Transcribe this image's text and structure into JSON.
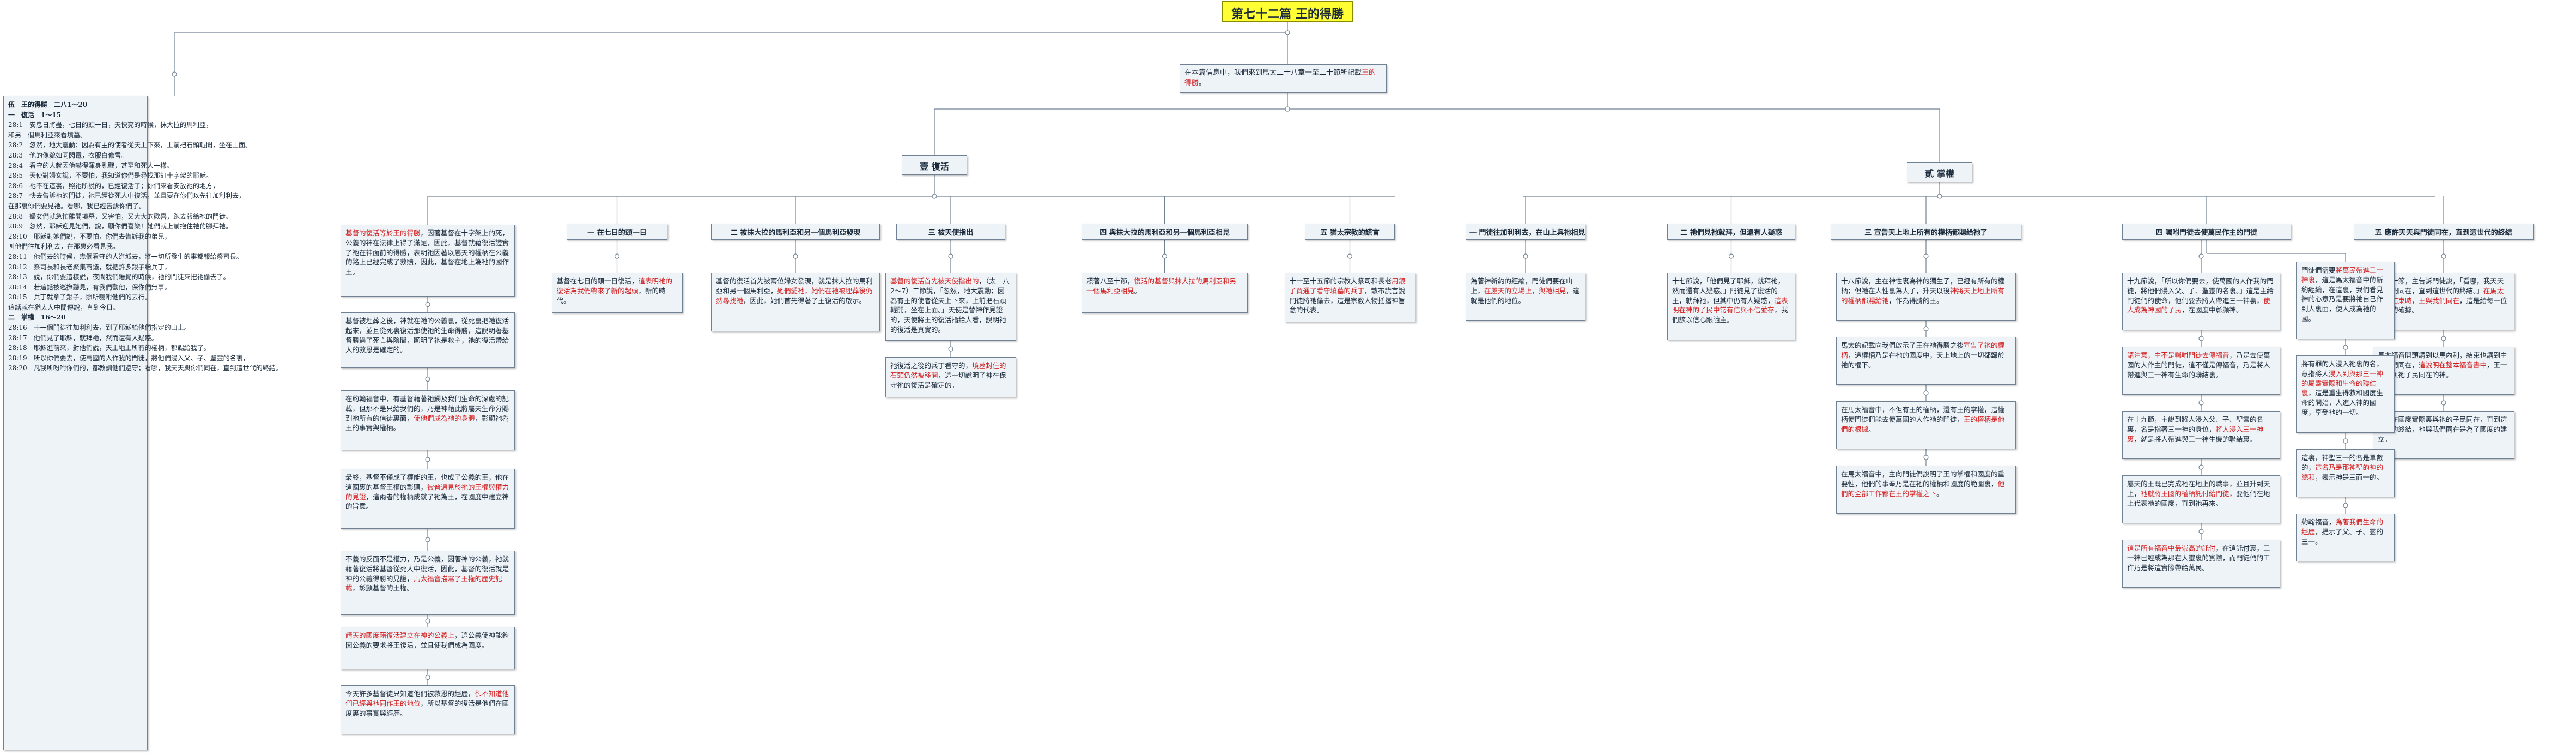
{
  "title": "第七十二篇 王的得勝",
  "intro": "在本篇信息中，我們來到馬太二十八章一至二十節所記載王的得勝。",
  "intro_red": "王的得勝",
  "outline_lines": [
    {
      "t": "伍　王的得勝　二八1～20",
      "h": true
    },
    {
      "t": "一　復活　1～15",
      "h": true
    },
    {
      "t": "28:1　安息日將盡，七日的頭一日，天快亮的時候，抹大拉的馬利亞，"
    },
    {
      "t": "和另一個馬利亞來看墳墓。"
    },
    {
      "t": "28:2　忽然，地大震動；因為有主的使者從天上下來，上前把石頭輥開，坐在上面。"
    },
    {
      "t": "28:3　他的像貌如同閃電，衣服白像雪。"
    },
    {
      "t": "28:4　看守的人就因他嚇得渾身亂戰，甚至和死人一樣。"
    },
    {
      "t": "28:5　天使對婦女說，不要怕，我知道你們是尋找那釘十字架的耶穌。"
    },
    {
      "t": "28:6　祂不在這裏，照祂所說的，已經復活了；你們來看安放祂的地方，"
    },
    {
      "t": "28:7　快去告訴祂的門徒，祂已經從死人中復活，並且要在你們以先往加利利去，"
    },
    {
      "t": "在那裏你們要見祂。看哪，我已經告訴你們了。"
    },
    {
      "t": "28:8　婦女們就急忙離開墳墓，又害怕，又大大的歡喜，跑去報給祂的門徒。"
    },
    {
      "t": "28:9　忽然，耶穌迎見她們，說，願你們喜樂！她們就上前抱住祂的腳拜祂。"
    },
    {
      "t": "28:10　耶穌對她們說，不要怕，你們去告訴我的弟兄，"
    },
    {
      "t": "叫他們往加利利去，在那裏必看見我。"
    },
    {
      "t": "28:11　他們去的時候，幾個看守的人進城去，將一切所發生的事都報給祭司長。"
    },
    {
      "t": "28:12　祭司長和長老聚集商議，就把許多銀子給兵丁，"
    },
    {
      "t": "28:13　說，你們要這樣說，夜間我們睡覺的時候，祂的門徒來把祂偷去了。"
    },
    {
      "t": "28:14　若這話被巡撫聽見，有我們勸他，保你們無事。"
    },
    {
      "t": "28:15　兵丁就拿了銀子，照所囑咐他們的去行。"
    },
    {
      "t": "這話就在猶太人中間傳說，直到今日。"
    },
    {
      "t": "二　掌權　16～20",
      "h": true
    },
    {
      "t": "28:16　十一個門徒往加利利去，到了耶穌給他們指定的山上。"
    },
    {
      "t": "28:17　他們見了耶穌，就拜祂，然而還有人疑惑。"
    },
    {
      "t": "28:18　耶穌進前來，對他們說，天上地上所有的權柄，都賜給我了。"
    },
    {
      "t": "28:19　所以你們要去，使萬國的人作我的門徒，將他們浸入父、子、聖靈的名裏，"
    },
    {
      "t": "28:20　凡我所吩咐你們的，都教訓他們遵守；看哪，我天天與你們同在，直到這世代的終結。"
    }
  ],
  "branch_left": "壹 復活",
  "branch_right": "貳 掌權",
  "left_intro": {
    "t": "基督的復活等於王的得勝，因著基督在十字架上的死，公義的神在法律上得了滿足，因此，基督就藉復活證實了祂在神面前的得勝，表明祂因著以屬天的權柄在公義的路上已經完成了救贖，因此，基督在地上為祂的國作王。",
    "r": "基督的復活等於王的得勝"
  },
  "left_chain": [
    {
      "t": "基督被埋葬之後，神就在祂的公義裏，從死裏把祂復活起來，並且從死裏復活那使祂的生命得勝，這說明著基督勝過了死亡與陰間，顯明了祂是救主，祂的復活帶給人的救恩是確定的。",
      "r": "並說明著基督勝過了死亡與陰間"
    },
    {
      "t": "在約翰福音中，有基督藉著祂觸及我們生命的深處的記載，但那不是只給我們的，乃是神藉此將屬天生命分賜到祂所有的信徒裏面，使他們成為祂的身體，彰顯祂為王的事實與權柄。",
      "r": "使他們成為祂的身體"
    },
    {
      "t": "最終，基督不僅成了權能的王，也成了公義的王，他在這國裏的基督王權的彰顯，被普遍見於祂的王權與權力的見證，這兩者的權柄成就了祂為王，在國度中建立神的旨意。",
      "r": "被普遍見於祂的王權與權力的見證"
    },
    {
      "t": "不義的反面不是權力，乃是公義，因著神的公義，祂就藉著復活將基督從死人中復活，因此，基督的復活就是神的公義得勝的見證，馬太福音描寫了王權的歷史記載，彰顯基督的王權。",
      "r": "馬太福音描寫了王權的歷史記載"
    },
    {
      "t": "請天的國度藉復活建立在神的公義上，這公義使神能夠因公義的要求將王復活，並且使我們成為國度。",
      "r": "請天的國度藉復活建立在神的公義上"
    },
    {
      "t": "今天許多基督徒只知道他們被救恩的經歷，卻不知道他們已經與祂同作王的地位，所以基督的復活是他們在國度裏的事實與經歷。",
      "r": "卻不知道他們已經與祂同作王的地位"
    }
  ],
  "left_children": [
    {
      "h": "一 在七日的頭一日",
      "leaves": [
        {
          "t": "基督在七日的頭一日復活，這表明祂的復活為我們帶來了新的起頭，新的時代。",
          "r": "這表明祂的復活為我們帶來了新的起頭"
        }
      ]
    },
    {
      "h": "二 被抹大拉的馬利亞和另一個馬利亞發現",
      "leaves": [
        {
          "t": "基督的復活首先被兩位婦女發現，就是抹大拉的馬利亞和另一個馬利亞，她們愛祂，她們在祂被埋葬後仍然尋找祂，因此，她們首先得著了主復活的啟示。",
          "r": "她們愛祂，她們在祂被埋葬後仍然尋找祂"
        }
      ]
    },
    {
      "h": "三 被天使指出",
      "leaves": [
        {
          "t": "基督的復活首先被天使指出的，（太二八2～7）二節說，「忽然，地大震動；因為有主的使者從天上下來，上前把石頭輥開，坐在上面。」天使是替神作見證的，天使將王的復活指給人看，說明祂的復活是真實的。",
          "r": "基督的復活首先被天使指出的"
        },
        {
          "t": "祂復活之後的兵丁看守的，墳墓封住的石頭仍然被移開，這一切說明了神在保守祂的復活是確定的。",
          "r": "墳墓封住的石頭仍然被移開"
        }
      ]
    },
    {
      "h": "四 與抹大拉的馬利亞和另一個馬利亞相見",
      "leaves": [
        {
          "t": "照著八至十節，復活的基督與抹大拉的馬利亞和另一個馬利亞相見。",
          "r": "復活的基督與抹大拉的馬利亞和另一個馬利亞相見"
        }
      ]
    },
    {
      "h": "五 猶太宗教的謊言",
      "leaves": [
        {
          "t": "十一至十五節的宗教大祭司和長老用銀子買通了看守墳墓的兵丁，散布謊言說門徒將祂偷去，這是宗教人物抵擋神旨意的代表。",
          "r": "用銀子買通了看守墳墓的兵丁"
        }
      ]
    }
  ],
  "right_children": [
    {
      "h": "一 門徒往加利利去，在山上與祂相見",
      "leaves": [
        {
          "t": "為著神新約的經綸，門徒們要在山上，在屬天的立場上，與祂相見，這就是他們的地位。",
          "r": "在屬天的立場上，與祂相見"
        }
      ]
    },
    {
      "h": "二 祂們見祂就拜，但還有人疑惑",
      "leaves": [
        {
          "t": "十七節說，「他們見了耶穌，就拜祂，然而還有人疑惑。」門徒見了復活的主，就拜祂，但其中仍有人疑惑，這表明在神的子民中常有信與不信並存，我們該以信心跟隨主。",
          "r": "這表明在神的子民中常有信與不信並存"
        }
      ]
    },
    {
      "h": "三 宣告天上地上所有的權柄都賜給祂了",
      "leaves": [
        {
          "t": "十八節說，主在神性裏為神的獨生子，已經有所有的權柄；但祂在人性裏為人子，升天以後神將天上地上所有的權柄都賜給祂，作為得勝的王。",
          "r": "神將天上地上所有的權柄都賜給祂"
        },
        {
          "t": "馬太的記載向我們啟示了王在祂得勝之後宣告了祂的權柄，這權柄乃是在祂的國度中，天上地上的一切都歸於祂的權下。",
          "r": "宣告了祂的權柄"
        },
        {
          "t": "在馬太福音中，不但有王的權柄，還有王的掌權，這權柄使門徒們能去使萬國的人作祂的門徒，王的權柄是他們的根據。",
          "r": "王的權柄是他們的根據"
        },
        {
          "t": "在馬太福音中，主向門徒們說明了王的掌權和國度的重要性，他們的事奉乃是在祂的權柄和國度的範圍裏，他們的全部工作都在王的掌權之下。",
          "r": "他們的全部工作都在王的掌權之下"
        }
      ]
    },
    {
      "h": "四 囑咐門徒去使萬民作主的門徒",
      "leaves": [
        {
          "t": "十九節說，「所以你們要去，使萬國的人作我的門徒，將他們浸入父、子、聖靈的名裏。」這是主給門徒們的使命，他們要去將人帶進三一神裏，使人成為神國的子民，在國度中彰顯神。",
          "r": "使人成為神國的子民"
        },
        {
          "t": "請注意，主不是囑咐門徒去傳福音，乃是去使萬國的人作主的門徒，這不僅是傳福音，乃是將人帶進與三一神有生命的聯結裏。",
          "r": "請注意，主不是囑咐門徒去傳福音"
        },
        {
          "t": "在十九節，主說到將人浸入父、子、聖靈的名裏，名是指著三一神的身位，將人浸入三一神裏，就是將人帶進與三一神生機的聯結裏。",
          "r": "將人浸入三一神裏"
        },
        {
          "t": "屬天的王既已完成祂在地上的職事，並且升到天上，祂就將王國的權柄託付給門徒，要他們在地上代表祂的國度，直到祂再來。",
          "r": "祂就將王國的權柄託付給門徒"
        },
        {
          "t": "這是所有福音中最崇高的託付，在這託付裏，三一神已經成為那在人靈裏的實際，而門徒們的工作乃是將這實際帶給萬民。",
          "r": "這是所有福音中最崇高的託付"
        }
      ]
    },
    {
      "h": "五 應許天天與門徒同在，直到這世代的終結",
      "leaves": [
        {
          "t": "在二十節，主告訴門徒說，「看哪，我天天與你們同在，直到這世代的終結。」在馬太福音結束時，王與我們同在，這是給每一位門徒的確據。",
          "r": "在馬太福音結束時，王與我們同在"
        },
        {
          "t": "馬太福音開頭講到以馬內利，結束也講到主與我們同在，這說明在整本福音書中，王一直是與祂子民同在的神。",
          "r": "這說明在整本福音書中"
        },
        {
          "t": "主是在國度實際裏與祂的子民同在，直到這世代的終結，祂與我們同在是為了國度的建立。",
          "r": ""
        }
      ]
    }
  ],
  "sub_right_col": [
    {
      "t": "門徒們需要將萬民帶進三一神裏，這是馬太福音中的新約經綸，在這裏，我們看見神的心意乃是要將祂自己作到人裏面，使人成為祂的國。",
      "r": "將萬民帶進三一神裏"
    },
    {
      "t": "將有罪的人浸入祂裏的名，意指將人浸入到與那三一神的屬靈實際和生命的聯結裏，這是重生得救和國度生命的開始，人進入神的國度，享受祂的一切。",
      "r": "浸入到與那三一神的屬靈實際和生命的聯結裏"
    },
    {
      "t": "這裏，神聖三一的名是單數的，這名乃是那神聖的神的總和，表示神是三而一的。",
      "r": "這名乃是那神聖的神的總和"
    },
    {
      "t": "約翰福音，為著我們生命的經歷，提示了父、子、靈的三一。",
      "r": "為著我們生命的經歷"
    }
  ]
}
